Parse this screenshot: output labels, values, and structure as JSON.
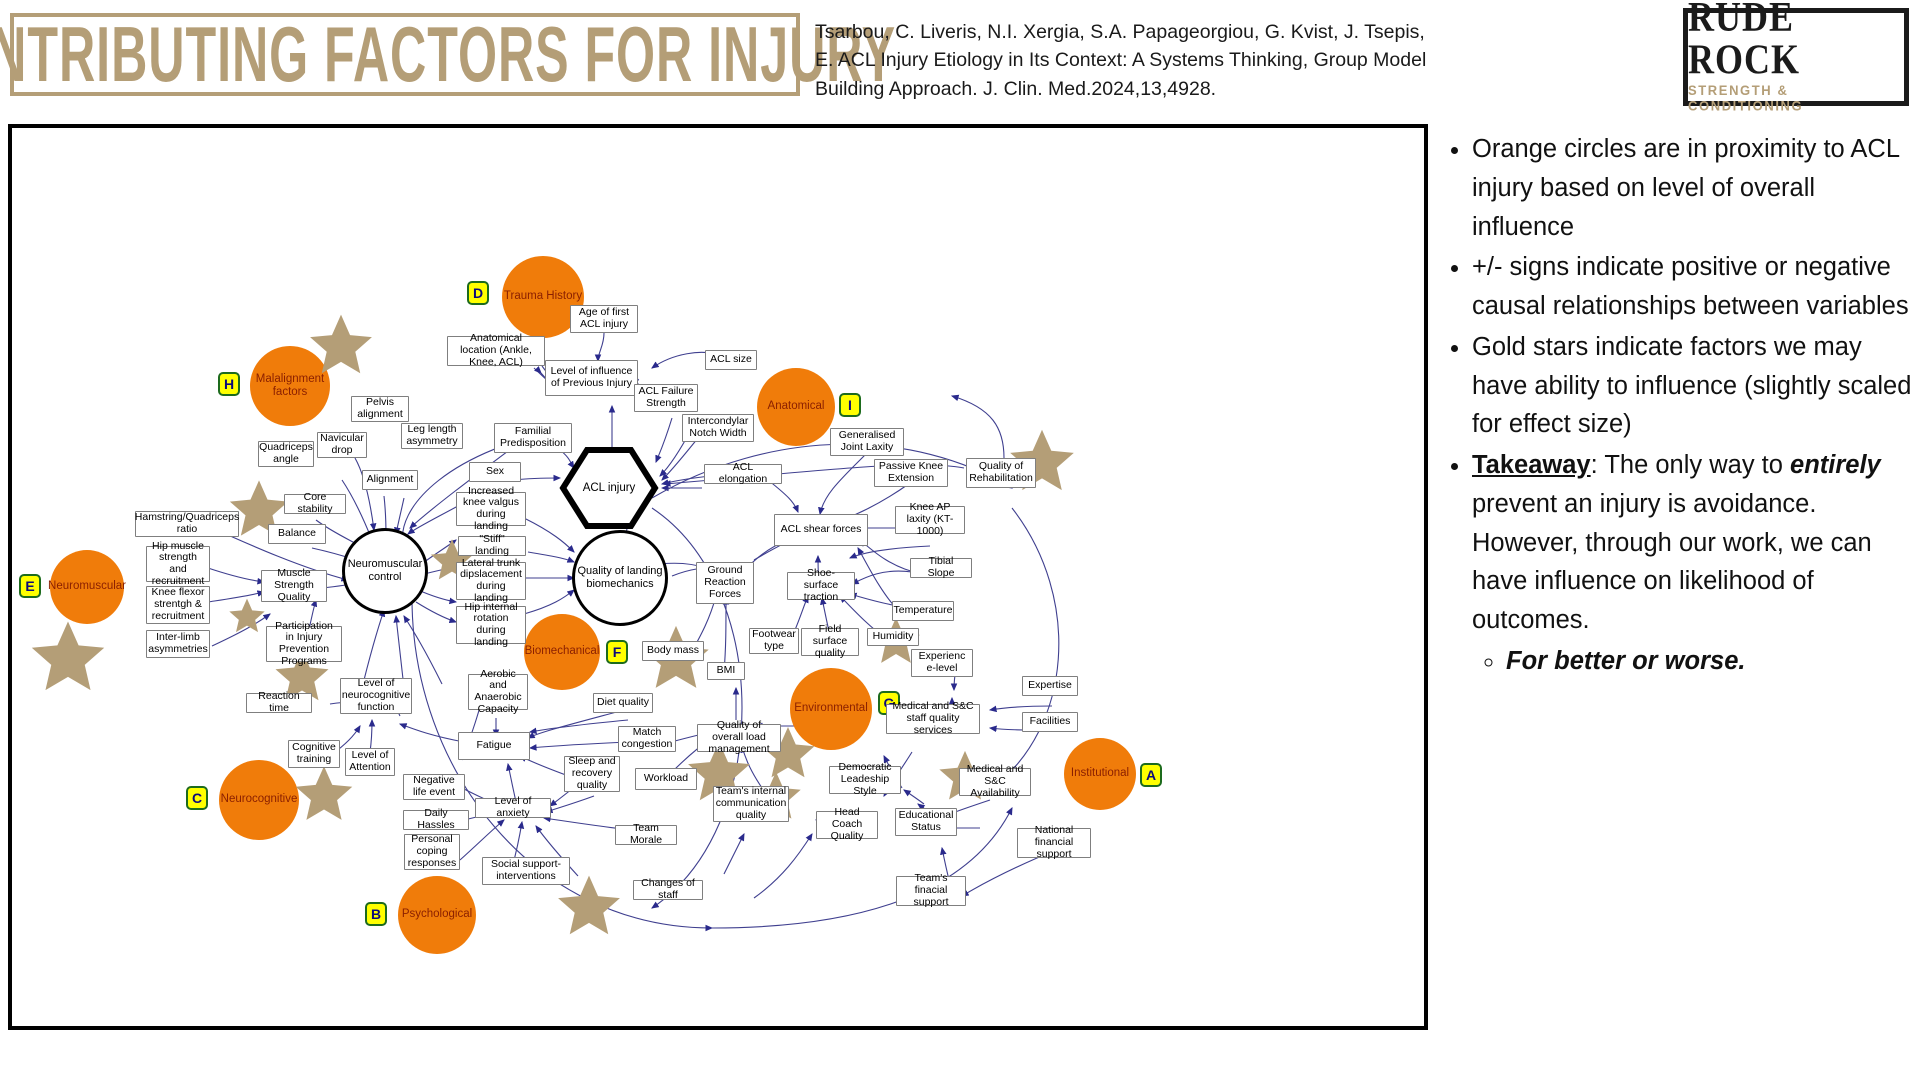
{
  "header": {
    "title": "CONTRIBUTING FACTORS FOR INJURY",
    "citation": "Tsarbou, C. Liveris, N.I. Xergia, S.A. Papageorgiou, G. Kvist, J. Tsepis, E. ACL Injury Etiology in Its Context: A Systems Thinking, Group Model Building Approach. J. Clin. Med.2024,13,4928.",
    "logo_main": "RUDE ROCK",
    "logo_sub": "STRENGTH & CONDITIONING"
  },
  "bullets": {
    "b1": "Orange circles are in proximity to ACL injury based on level of overall influence",
    "b2": "+/- signs indicate positive or negative causal relationships between variables",
    "b3": "Gold stars indicate factors we may have ability to influence (slightly scaled for effect size)",
    "b4_lead": "Takeaway",
    "b4_rest": ": The only way to ",
    "b4_em": "entirely",
    "b4_tail": " prevent an injury is avoidance. However, through our work, we can have influence on likelihood of outcomes.",
    "b4_sub": "For better or worse."
  },
  "diagram": {
    "central": {
      "acl_injury": "ACL injury",
      "neuromuscular_control": "Neuromuscular control",
      "quality_landing": "Quality of landing biomechanics"
    },
    "orange_circles": [
      {
        "label": "Trauma History",
        "tag": "D"
      },
      {
        "label": "Malalignment factors",
        "tag": "H"
      },
      {
        "label": "Anatomical",
        "tag": "I"
      },
      {
        "label": "Neuromuscular",
        "tag": "E"
      },
      {
        "label": "Biomechanical",
        "tag": "F"
      },
      {
        "label": "Environmental",
        "tag": "G"
      },
      {
        "label": "Neurocognitive",
        "tag": "C"
      },
      {
        "label": "Psychological",
        "tag": "B"
      },
      {
        "label": "Institutional",
        "tag": "A"
      }
    ],
    "nodes": [
      "Age of first ACL injury",
      "Anatomical location (Ankle, Knee, ACL)",
      "Level of influence of Previous Injury",
      "ACL size",
      "ACL Failure Strength",
      "Intercondylar Notch Width",
      "Generalised Joint Laxity",
      "Passive Knee Extension",
      "Quality of Rehabilitation",
      "Familial Predisposition",
      "ACL elongation",
      "ACL shear forces",
      "Knee AP laxity (KT-1000)",
      "Tibial Slope",
      "Pelvis alignment",
      "Leg length asymmetry",
      "Quadriceps angle",
      "Navicular drop",
      "Alignment",
      "Sex",
      "Core stability",
      "Balance",
      "Hamstring/Quadriceps ratio",
      "Increased knee valgus during landing",
      "\"Stiff\" landing",
      "Hip muscle strength and recruitment",
      "Knee flexor strentgh & recruitment",
      "Muscle Strength Quality",
      "Lateral trunk dipslacement during landing",
      "Hip internal rotation during landing",
      "Inter-limb asymmetries",
      "Participation in Injury Prevention Programs",
      "Ground Reaction Forces",
      "Shoe-surface traction",
      "Temperature",
      "Humidity",
      "Footwear type",
      "Field surface quality",
      "Body mass",
      "BMI",
      "Aerobic and Anaerobic Capacity",
      "Reaction time",
      "Level of neurocognitive function",
      "Cognitive training",
      "Level of Attention",
      "Fatigue",
      "Diet quality",
      "Match congestion",
      "Quality of overall load management",
      "Sleep and recovery quality",
      "Workload",
      "Negative life event",
      "Daily Hassles",
      "Level of anxiety",
      "Personal coping responses",
      "Social support-interventions",
      "Team Morale",
      "Changes of staff",
      "Team's internal communication quality",
      "Head Coach Quality",
      "Democratic Leadeship Style",
      "Educational Status",
      "Medical and S&C staff quality services",
      "Medical and S&C Availability",
      "Experienc e-level",
      "Expertise",
      "Facilities",
      "National financial support",
      "Team's finacial support"
    ],
    "colors": {
      "orange": "#F07C0A",
      "gold_star": "#b49e77",
      "tag_fill": "#FFFF00",
      "tag_border": "#1d6b1d",
      "edge": "#3f3f8f"
    }
  }
}
